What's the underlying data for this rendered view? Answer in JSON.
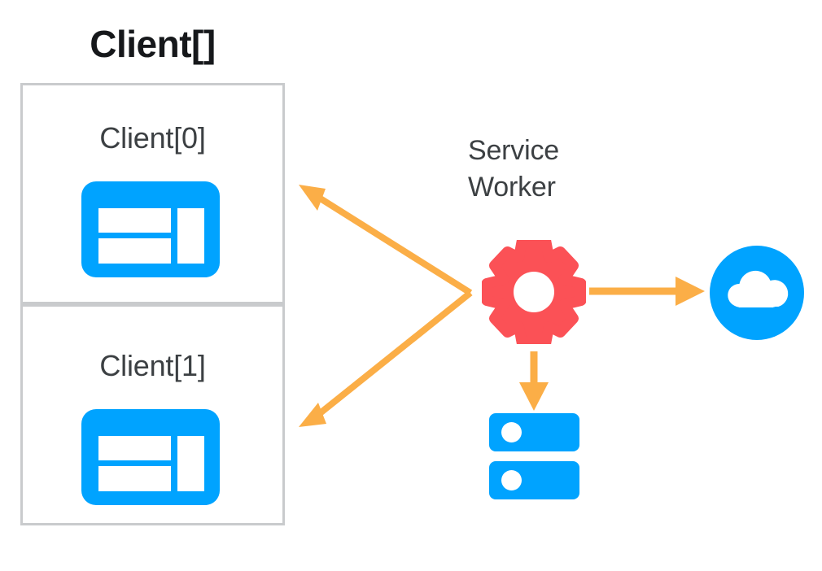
{
  "diagram": {
    "title": "Client[]",
    "background_color": "#ffffff",
    "colors": {
      "blue": "#00A3FF",
      "red": "#FB5156",
      "orange": "#FBAE47",
      "box_border": "#c9cbcd",
      "title_text": "#16181b",
      "label_text": "#3c4043"
    },
    "clients": [
      {
        "label": "Client[0]",
        "icon": "browser-window-icon"
      },
      {
        "label": "Client[1]",
        "icon": "browser-window-icon"
      }
    ],
    "service_worker": {
      "label_line1": "Service",
      "label_line2": "Worker",
      "icon": "gear-icon"
    },
    "nodes": [
      {
        "name": "cloud",
        "icon": "cloud-icon"
      },
      {
        "name": "storage",
        "icon": "storage-icon"
      }
    ],
    "arrows": [
      {
        "name": "service-worker-to-client-0",
        "direction": "up-left"
      },
      {
        "name": "service-worker-to-client-1",
        "direction": "down-left"
      },
      {
        "name": "service-worker-to-cloud",
        "direction": "right"
      },
      {
        "name": "service-worker-to-storage",
        "direction": "down"
      }
    ]
  }
}
